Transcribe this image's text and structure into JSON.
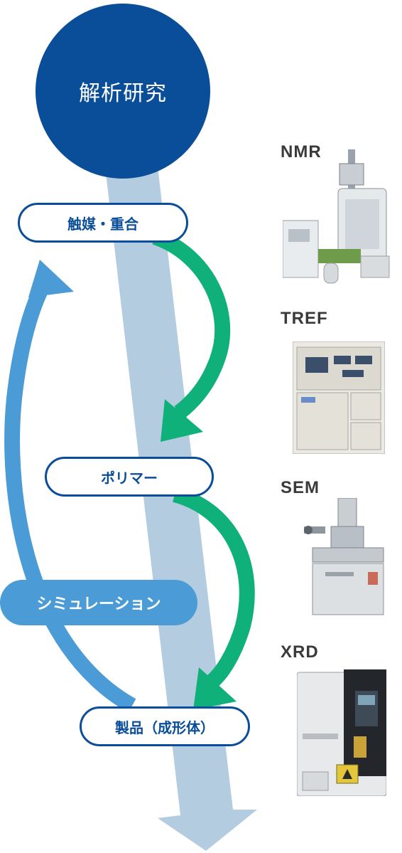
{
  "center": {
    "label": "解析研究"
  },
  "nodes": {
    "catalyst": "触媒・重合",
    "polymer": "ポリマー",
    "product": "製品（成形体）",
    "simulation": "シミュレーション"
  },
  "equipment": [
    {
      "label": "NMR"
    },
    {
      "label": "TREF"
    },
    {
      "label": "SEM"
    },
    {
      "label": "XRD"
    }
  ],
  "colors": {
    "primary": "#0a4d99",
    "pale_arrow": "#b4cce0",
    "green": "#10b07a",
    "blue": "#4a9bd6"
  }
}
